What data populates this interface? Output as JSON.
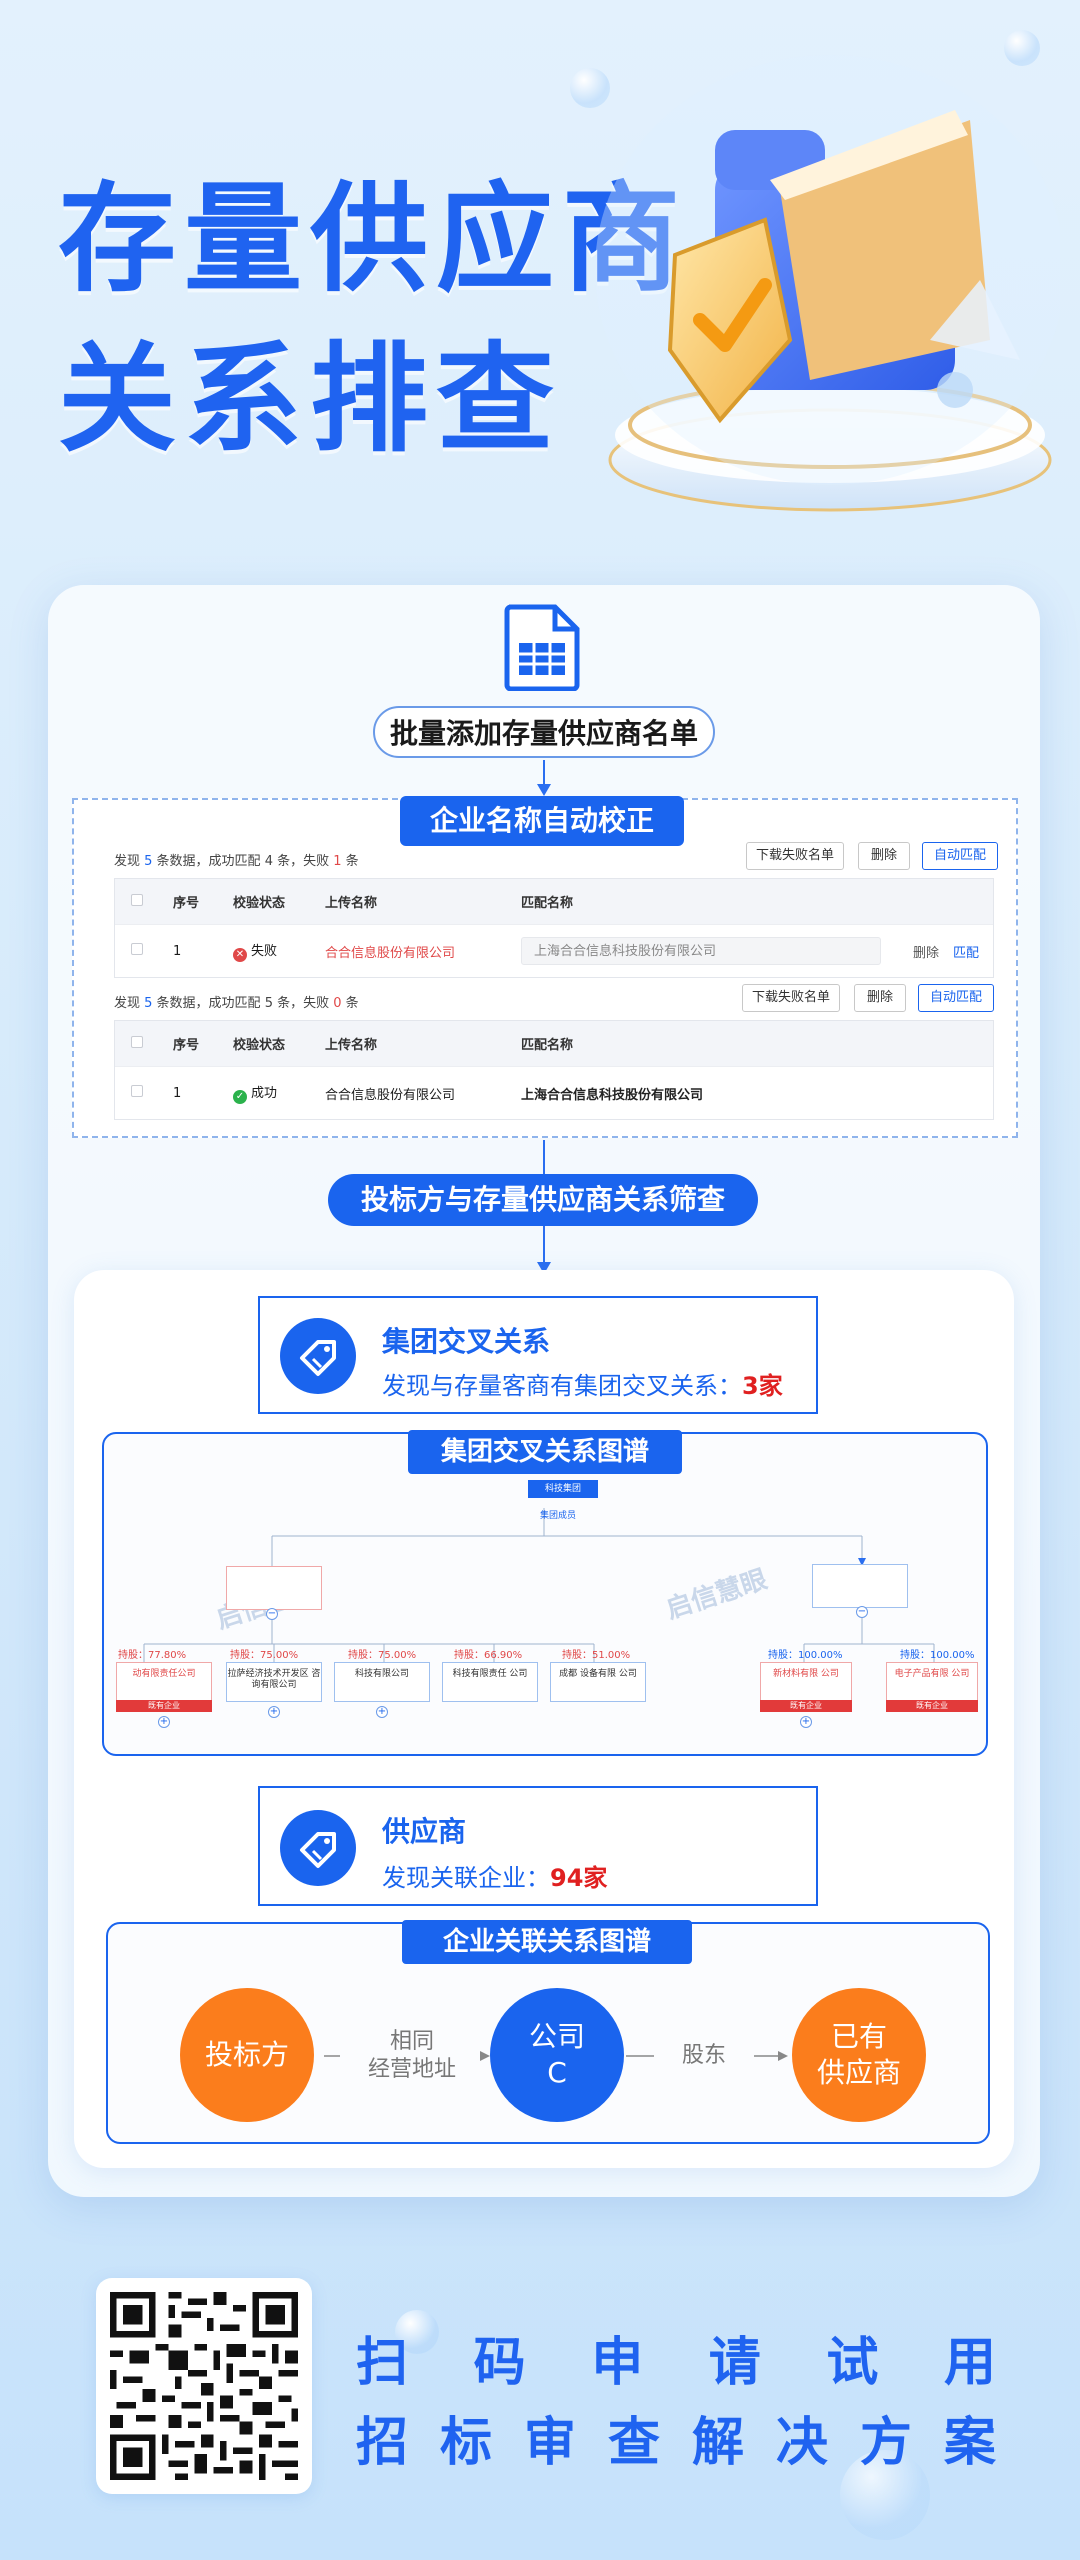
{
  "hero": {
    "title_line1": "存量供应商",
    "title_line2": "关系排查"
  },
  "flow": {
    "upload_label": "批量添加存量供应商名单",
    "step1_label": "企业名称自动校正",
    "step2_label": "投标方与存量供应商关系筛查"
  },
  "verify": {
    "batches": [
      {
        "summary_pre": "发现 ",
        "summary_total": "5",
        "summary_mid": " 条数据，成功匹配 ",
        "summary_success": "4",
        "summary_mid2": " 条，失败 ",
        "summary_fail": "1",
        "summary_end": " 条",
        "btn_download": "下载失败名单",
        "btn_delete": "删除",
        "btn_auto": "自动匹配",
        "headers": [
          "序号",
          "校验状态",
          "上传名称",
          "匹配名称"
        ],
        "row": {
          "index": "1",
          "status": "失败",
          "upload_name": "合合信息股份有限公司",
          "match_name": "上海合合信息科技股份有限公司",
          "act_delete": "删除",
          "act_match": "匹配"
        }
      },
      {
        "summary_pre": "发现 ",
        "summary_total": "5",
        "summary_mid": " 条数据，成功匹配 ",
        "summary_success": "5",
        "summary_mid2": " 条，失败 ",
        "summary_fail": "0",
        "summary_end": " 条",
        "btn_download": "下载失败名单",
        "btn_delete": "删除",
        "btn_auto": "自动匹配",
        "headers": [
          "序号",
          "校验状态",
          "上传名称",
          "匹配名称"
        ],
        "row": {
          "index": "1",
          "status": "成功",
          "upload_name": "合合信息股份有限公司",
          "match_name": "上海合合信息科技股份有限公司"
        }
      }
    ]
  },
  "group": {
    "title": "集团交叉关系",
    "sub_prefix": "发现与存量客商有集团交叉关系：",
    "sub_count": "3家",
    "graph_title": "集团交叉关系图谱",
    "root_label": "科技集团",
    "root_sub": "集团成员",
    "watermark": "启信慧眼",
    "left_children": [
      {
        "pct": "持股：77.80%",
        "name": "动有限责任公司",
        "tag": "既有企业"
      },
      {
        "pct": "持股：75.00%",
        "name": "拉萨经济技术开发区 咨询有限公司",
        "tag": ""
      },
      {
        "pct": "持股：75.00%",
        "name": "科技有限公司",
        "tag": ""
      },
      {
        "pct": "持股：66.90%",
        "name": "科技有限责任 公司",
        "tag": ""
      },
      {
        "pct": "持股：51.00%",
        "name": "成都 设备有限 公司",
        "tag": ""
      }
    ],
    "right_children": [
      {
        "pct": "持股：100.00%",
        "name": "新材料有限 公司",
        "tag": "既有企业"
      },
      {
        "pct": "持股：100.00%",
        "name": "电子产品有限 公司",
        "tag": "既有企业"
      }
    ]
  },
  "supplier": {
    "title": "供应商",
    "sub_prefix": "发现关联企业：",
    "sub_count": "94家",
    "graph_title": "企业关联关系图谱",
    "node_bidder": "投标方",
    "edge1": "相同\n经营地址",
    "node_company_line1": "公司",
    "node_company_line2": "C",
    "edge2": "股东",
    "node_existing_line1": "已有",
    "node_existing_line2": "供应商"
  },
  "cta": {
    "line1": [
      "扫",
      "码",
      "申",
      "请",
      "试",
      "用"
    ],
    "line2": [
      "招",
      "标",
      "审",
      "查",
      "解",
      "决",
      "方",
      "案"
    ]
  },
  "colors": {
    "brand_blue": "#1a64ee",
    "accent_orange": "#fb7d1c",
    "highlight_red": "#e02020"
  }
}
